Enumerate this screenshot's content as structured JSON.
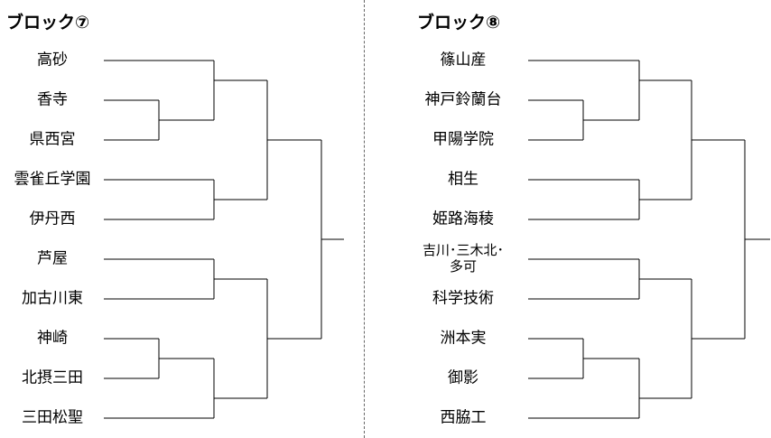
{
  "blocks": [
    {
      "title": "ブロック⑦",
      "teams": [
        "高砂",
        "香寺",
        "県西宮",
        "雲雀丘学園",
        "伊丹西",
        "芦屋",
        "加古川東",
        "神崎",
        "北摂三田",
        "三田松聖"
      ]
    },
    {
      "title": "ブロック⑧",
      "teams": [
        "篠山産",
        "神戸鈴蘭台",
        "甲陽学院",
        "相生",
        "姫路海稜",
        "吉川･三木北･\n多可",
        "科学技術",
        "洲本実",
        "御影",
        "西脇工"
      ]
    }
  ]
}
